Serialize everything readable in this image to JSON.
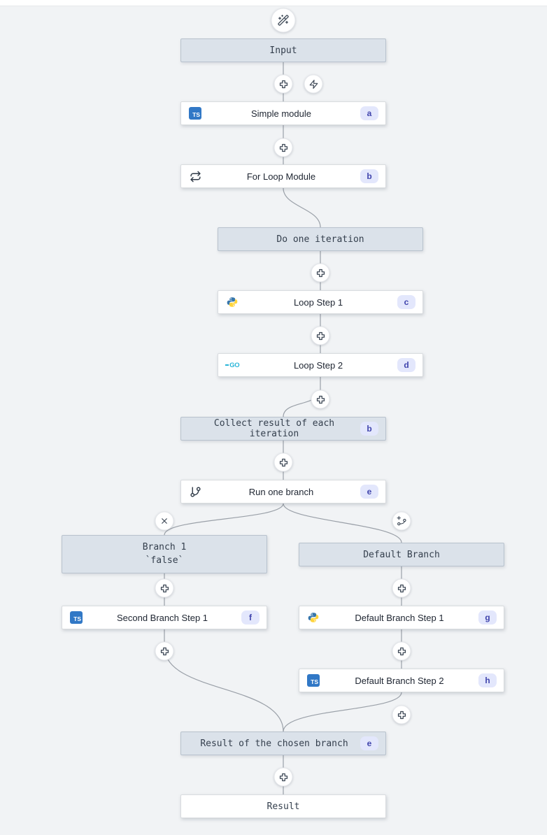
{
  "colors": {
    "canvas_bg": "#f1f3f5",
    "topbar_bg": "#ffffff",
    "edge": "#9aa0a8",
    "virtual_bg": "#dbe2ea",
    "virtual_border": "#b8c2cd",
    "card_bg": "#ffffff",
    "card_border": "#d9dcdf",
    "badge_bg": "#e3e7fc",
    "badge_text": "#4145ad",
    "icon_stroke": "#3b4654",
    "ts_blue": "#3178c6",
    "python_blue": "#3776ab",
    "python_yellow": "#ffd43b",
    "go_blue": "#29b5d8"
  },
  "icons": {
    "ts_label": "TS",
    "go_label": "GO",
    "top_button": "magic-wand",
    "insert_button": "plus",
    "trigger_button": "lightning",
    "remove_branch_button": "x",
    "add_branch_button": "branch-plus"
  },
  "flow": {
    "nodes": {
      "input": {
        "label": "Input"
      },
      "simple_module": {
        "label": "Simple module",
        "badge": "a",
        "language": "typescript"
      },
      "for_loop_module": {
        "label": "For Loop Module",
        "badge": "b",
        "icon": "repeat"
      },
      "do_one_iteration": {
        "label": "Do one iteration"
      },
      "loop_step_1": {
        "label": "Loop Step 1",
        "badge": "c",
        "language": "python"
      },
      "loop_step_2": {
        "label": "Loop Step 2",
        "badge": "d",
        "language": "go"
      },
      "collect_result": {
        "label": "Collect result of each iteration",
        "badge": "b"
      },
      "run_one_branch": {
        "label": "Run one branch",
        "badge": "e",
        "icon": "git-branch"
      },
      "branch_1": {
        "label_line_1": "Branch 1",
        "label_line_2": "`false`"
      },
      "default_branch": {
        "label": "Default Branch"
      },
      "second_branch_step_1": {
        "label": "Second Branch Step 1",
        "badge": "f",
        "language": "typescript"
      },
      "default_branch_step_1": {
        "label": "Default Branch Step 1",
        "badge": "g",
        "language": "python"
      },
      "default_branch_step_2": {
        "label": "Default Branch Step 2",
        "badge": "h",
        "language": "typescript"
      },
      "result_of_chosen_branch": {
        "label": "Result of the chosen branch",
        "badge": "e"
      },
      "result": {
        "label": "Result"
      }
    }
  }
}
